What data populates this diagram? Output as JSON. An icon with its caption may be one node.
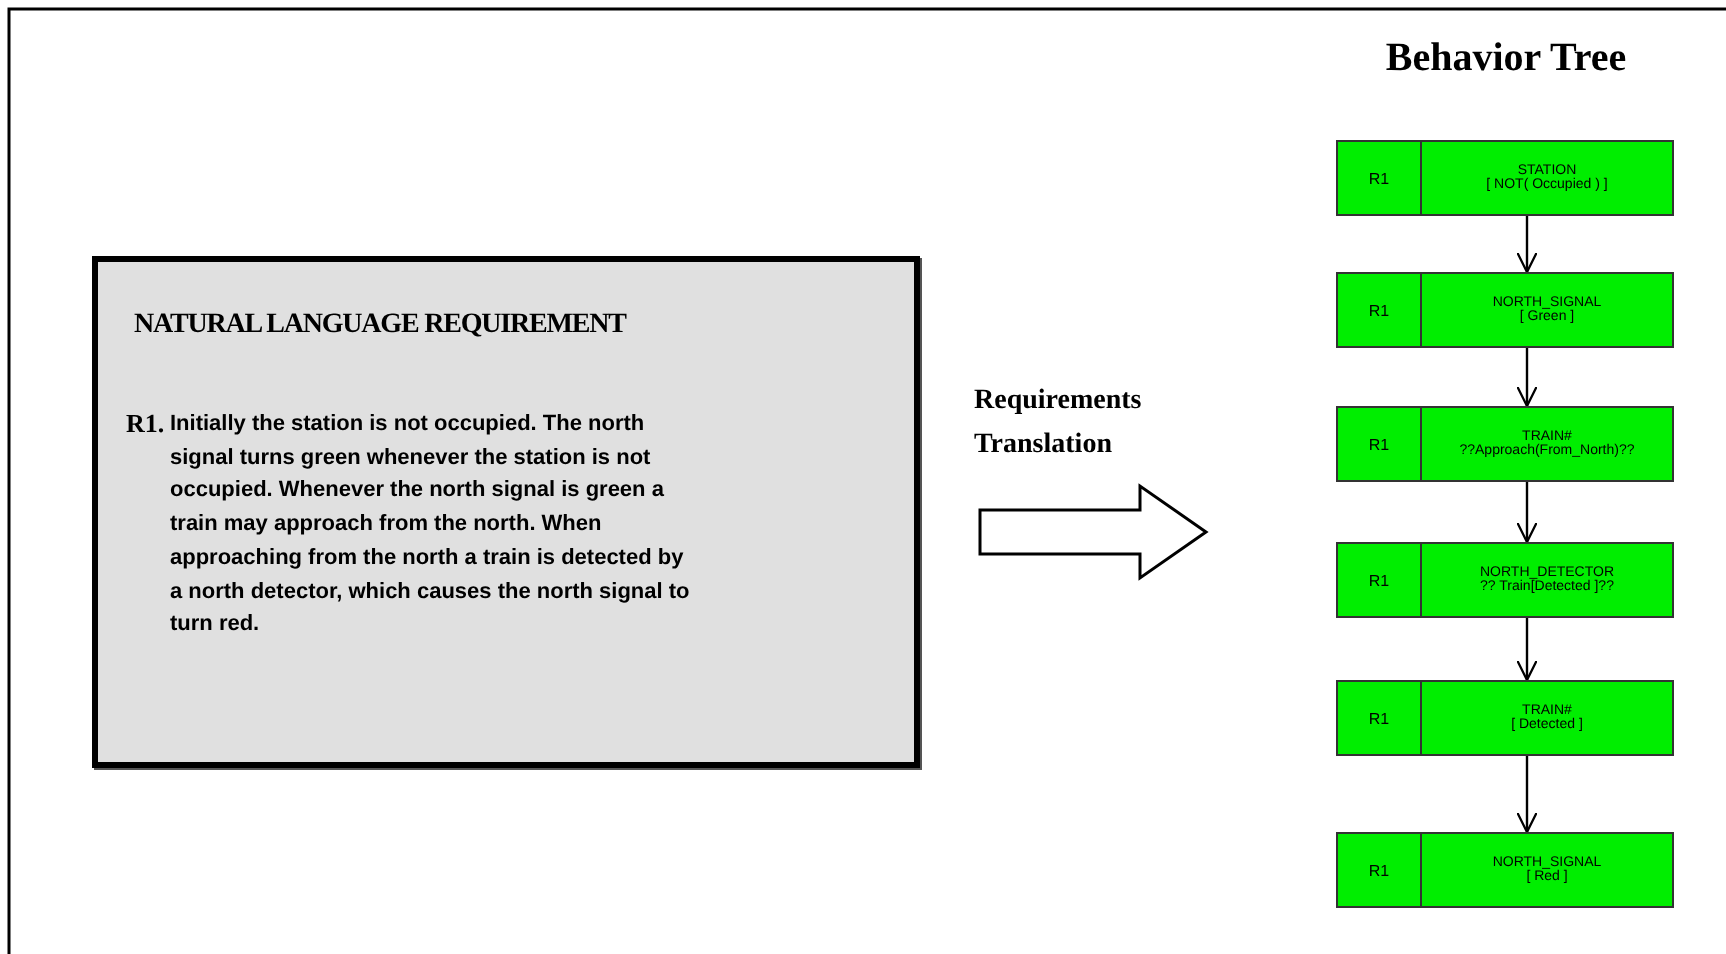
{
  "diagram": {
    "nodes": [
      {
        "text": [
          "NATURAL LANGUAGE REQUIREMENT",
          "R1.",
          "Initially the station is not occupied. The north signal turns green whenever the station is not occupied. Whenever the north signal is green a train may approach from the north. When approaching from the north a train is detected by a north detector, which causes the north signal to turn red."
        ]
      },
      {
        "text": [
          "Behavior Tree"
        ]
      },
      {
        "text": [
          "R1",
          "STATION",
          "[ NOT( Occupied ) ]"
        ]
      },
      {
        "text": [
          "R1",
          "NORTH_SIGNAL",
          "[ Green ]"
        ]
      },
      {
        "text": [
          "R1",
          "TRAIN#",
          "??Approach(From_North)??"
        ]
      },
      {
        "text": [
          "R1",
          "NORTH_DETECTOR",
          "?? Train[Detected ]??"
        ]
      },
      {
        "text": [
          "R1",
          "TRAIN#",
          "[ Detected ]"
        ]
      },
      {
        "text": [
          "R1",
          "NORTH_SIGNAL",
          "[ Red ]"
        ]
      }
    ],
    "edges": [
      {
        "from": 0,
        "to": null,
        "arrow": "to",
        "label": "Requirements Translation",
        "style": "thick"
      },
      {
        "from": 2,
        "to": 3,
        "arrow": "to"
      },
      {
        "from": 3,
        "to": 4,
        "arrow": "to"
      },
      {
        "from": 4,
        "to": 5,
        "arrow": "to"
      },
      {
        "from": 5,
        "to": 6,
        "arrow": "to"
      },
      {
        "from": 6,
        "to": 7,
        "arrow": "to"
      }
    ]
  }
}
